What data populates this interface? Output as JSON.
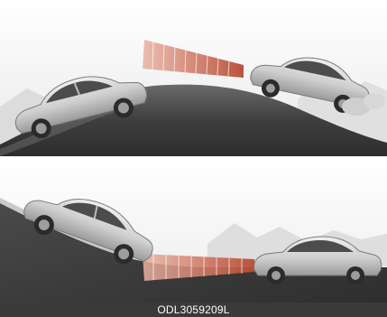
{
  "figure": {
    "caption": "ODL3059209L"
  },
  "panels": [
    {
      "name": "uphill-scene",
      "sensor_beam_color": "#c7705a"
    },
    {
      "name": "downhill-scene",
      "sensor_beam_color": "#c7705a"
    }
  ],
  "colors": {
    "ground_dark": "#3a3a3a",
    "sky_light": "#f2f2f2",
    "caption_bar": "#3a3a3a",
    "car_body": "#d7d7d7"
  }
}
